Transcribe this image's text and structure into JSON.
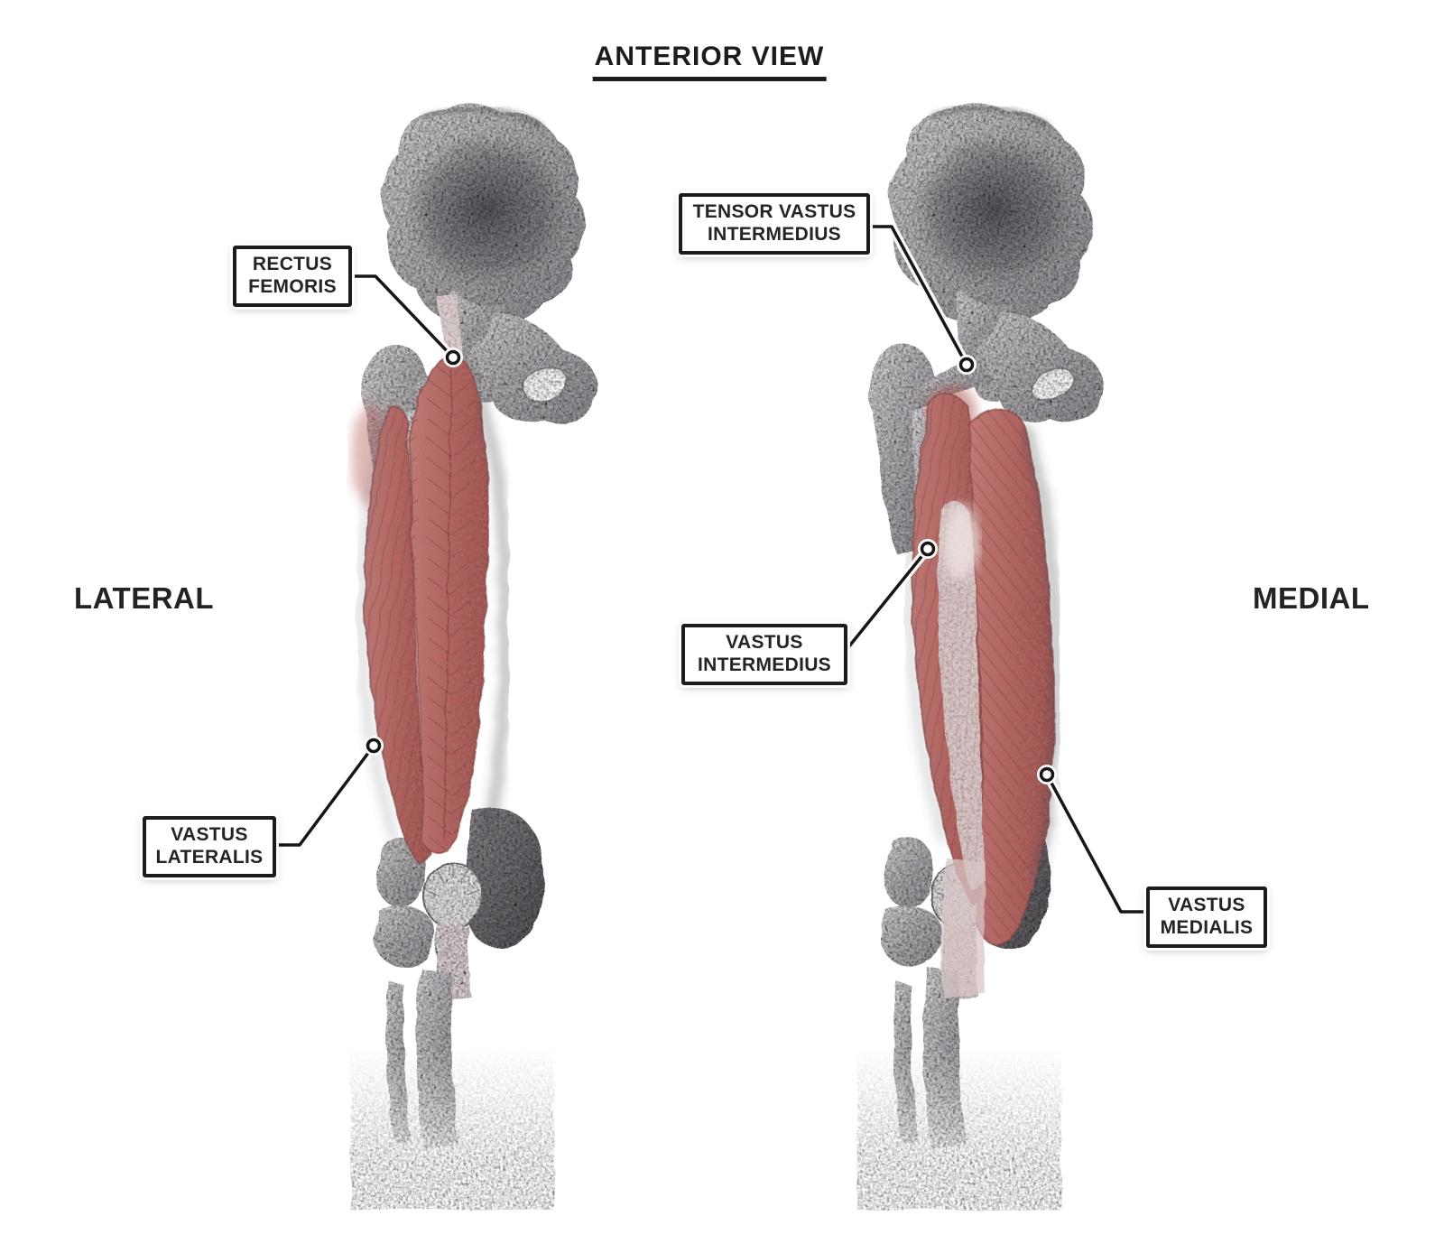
{
  "figure": {
    "title": "ANTERIOR VIEW",
    "left_side_label": "LATERAL",
    "right_side_label": "MEDIAL",
    "subject": "Quadriceps muscles of the thigh, two anterior views with hip bone, femur, patella, tibia and fibula"
  },
  "annotations": {
    "rectus_femoris": {
      "line1": "RECTUS",
      "line2": "FEMORIS"
    },
    "vastus_lateralis": {
      "line1": "VASTUS",
      "line2": "LATERALIS"
    },
    "tensor_vastus_intermedius": {
      "line1": "TENSOR VASTUS",
      "line2": "INTERMEDIUS"
    },
    "vastus_intermedius": {
      "line1": "VASTUS",
      "line2": "INTERMEDIUS"
    },
    "vastus_medialis": {
      "line1": "VASTUS",
      "line2": "MEDIALIS"
    }
  },
  "colors": {
    "background": "#ffffff",
    "muscle_red": "#b5625e",
    "muscle_dark_striation": "#8a4441",
    "tendon_pale": "#d6c8c7",
    "bone_gray": "#a5a3a7",
    "bone_dark": "#57545a",
    "line_black": "#1c1c1e",
    "callout_background": "#ffffff"
  }
}
